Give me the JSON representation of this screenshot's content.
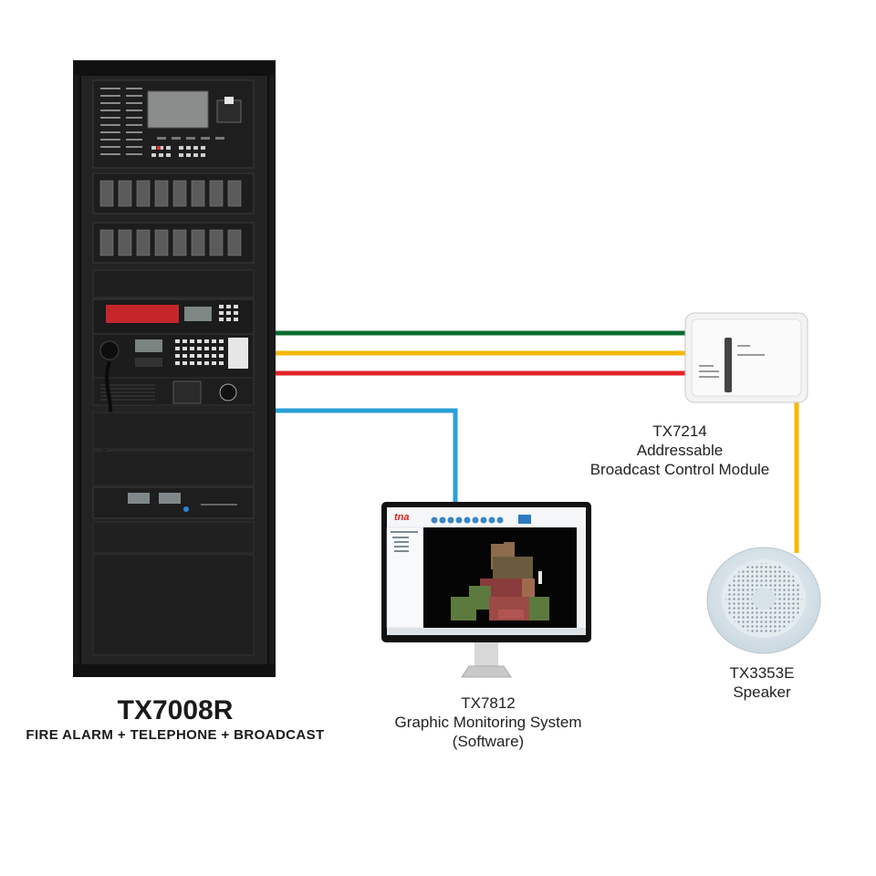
{
  "colors": {
    "wire_green": "#0b6b2e",
    "wire_yellow": "#f5b800",
    "wire_red": "#e0242a",
    "wire_blue": "#2a9fd8",
    "cabinet": "#1c1c1c",
    "module_body": "#f2f2f2",
    "speaker_body": "#dfe8ee"
  },
  "cabinet": {
    "model": "TX7008R",
    "subtitle": "FIRE ALARM + TELEPHONE + BROADCAST"
  },
  "module": {
    "model": "TX7214",
    "line1": "Addressable",
    "line2": "Broadcast Control Module"
  },
  "monitor": {
    "model": "TX7812",
    "line1": "Graphic Monitoring System",
    "line2": "(Software)",
    "brand_logo": "tna"
  },
  "speaker": {
    "model": "TX3353E",
    "line1": "Speaker"
  }
}
